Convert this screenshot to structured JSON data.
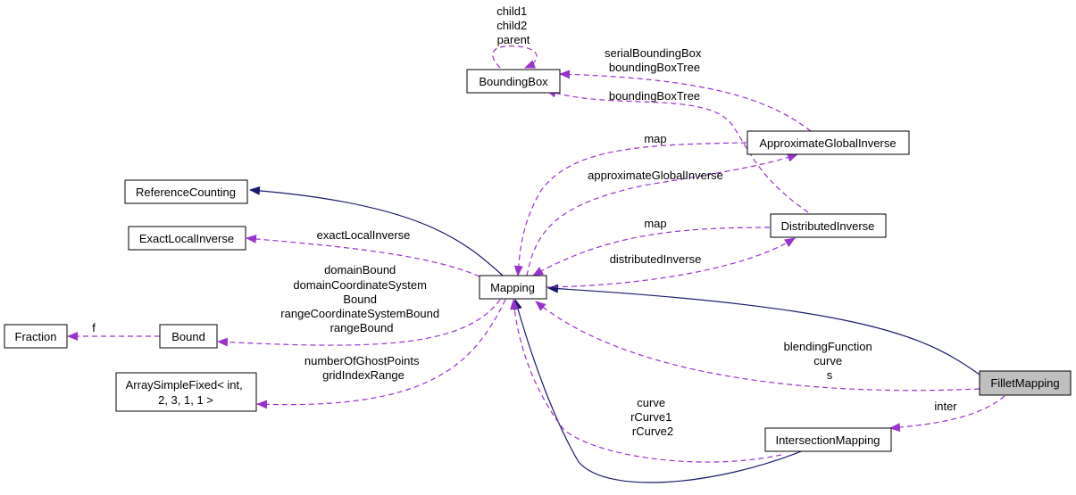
{
  "nodes": {
    "bounding_box": "BoundingBox",
    "approximate_global_inverse": "ApproximateGlobalInverse",
    "reference_counting": "ReferenceCounting",
    "exact_local_inverse": "ExactLocalInverse",
    "distributed_inverse": "DistributedInverse",
    "mapping": "Mapping",
    "fraction": "Fraction",
    "bound": "Bound",
    "array_simple_fixed": [
      "ArraySimpleFixed< int,",
      "2, 3, 1, 1 >"
    ],
    "fillet_mapping": "FilletMapping",
    "intersection_mapping": "IntersectionMapping"
  },
  "edge_labels": {
    "bb_self": [
      "child1",
      "child2",
      "parent"
    ],
    "agi_to_bb": [
      "serialBoundingBox",
      "boundingBoxTree"
    ],
    "di_to_bb": [
      "boundingBoxTree"
    ],
    "agi_to_mapping": [
      "map"
    ],
    "mapping_to_agi": [
      "approximateGlobalInverse"
    ],
    "di_to_mapping": [
      "map"
    ],
    "mapping_to_di": [
      "distributedInverse"
    ],
    "mapping_to_eli": [
      "exactLocalInverse"
    ],
    "mapping_to_bound": [
      "domainBound",
      "domainCoordinateSystem",
      "Bound",
      "rangeCoordinateSystemBound",
      "rangeBound"
    ],
    "bound_to_fraction": [
      "f"
    ],
    "mapping_to_array": [
      "numberOfGhostPoints",
      "gridIndexRange"
    ],
    "fillet_to_mapping": [
      "blendingFunction",
      "curve",
      "s"
    ],
    "intersection_to_mapping": [
      "curve",
      "rCurve1",
      "rCurve2"
    ],
    "fillet_to_intersection": [
      "inter"
    ]
  },
  "colors": {
    "inheritance": "#191970",
    "usage": "#9a32cd",
    "focus_fill": "#bfbfbf"
  }
}
